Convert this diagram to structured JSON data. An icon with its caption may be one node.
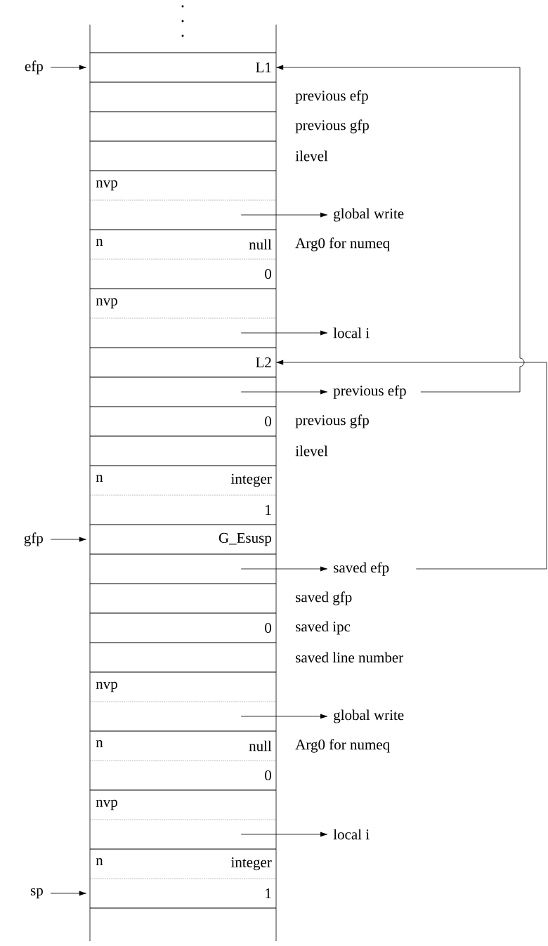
{
  "diagram": {
    "nodes": [
      {
        "text": [
          "L1"
        ]
      },
      {
        "text": [],
        "shape": "box",
        "beside": [
          "previous efp"
        ]
      },
      {
        "text": [],
        "shape": "box",
        "beside": [
          "previous gfp"
        ]
      },
      {
        "text": [],
        "shape": "box",
        "beside": [
          "ilevel"
        ]
      },
      {
        "text": [
          "nvp"
        ]
      },
      {
        "text": [],
        "shape": "box"
      },
      {
        "text": [
          "n",
          "null"
        ],
        "beside": [
          "Arg0 for numeq"
        ]
      },
      {
        "text": [
          "0"
        ]
      },
      {
        "text": [
          "nvp"
        ]
      },
      {
        "text": [],
        "shape": "box"
      },
      {
        "text": [
          "L2"
        ]
      },
      {
        "text": [],
        "shape": "box"
      },
      {
        "text": [
          "0"
        ],
        "beside": [
          "previous gfp"
        ]
      },
      {
        "text": [],
        "shape": "box",
        "beside": [
          "ilevel"
        ]
      },
      {
        "text": [
          "n",
          "integer"
        ]
      },
      {
        "text": [
          "1"
        ]
      },
      {
        "text": [
          "G_Esusp"
        ]
      },
      {
        "text": [],
        "shape": "box"
      },
      {
        "text": [],
        "shape": "box",
        "beside": [
          "saved gfp"
        ]
      },
      {
        "text": [
          "0"
        ],
        "beside": [
          "saved ipc"
        ]
      },
      {
        "text": [],
        "shape": "box",
        "beside": [
          "saved line number"
        ]
      },
      {
        "text": [
          "nvp"
        ]
      },
      {
        "text": [],
        "shape": "box"
      },
      {
        "text": [
          "n",
          "null"
        ],
        "beside": [
          "Arg0 for numeq"
        ]
      },
      {
        "text": [
          "0"
        ]
      },
      {
        "text": [
          "nvp"
        ]
      },
      {
        "text": [],
        "shape": "box"
      },
      {
        "text": [
          "n",
          "integer"
        ]
      },
      {
        "text": [
          "1"
        ]
      },
      {
        "text": [
          "efp"
        ]
      },
      {
        "text": [
          "gfp"
        ]
      },
      {
        "text": [
          "sp"
        ]
      },
      {
        "text": [
          "global write"
        ]
      },
      {
        "text": [
          "local i"
        ]
      },
      {
        "text": [
          "previous efp"
        ]
      },
      {
        "text": [
          "saved efp"
        ]
      },
      {
        "text": [
          "global write"
        ]
      },
      {
        "text": [
          "local i"
        ]
      }
    ],
    "edges": [
      {
        "from": 29,
        "to": 0,
        "arrow": "to"
      },
      {
        "from": 30,
        "to": 16,
        "arrow": "to"
      },
      {
        "from": 31,
        "to": 28,
        "arrow": "to"
      },
      {
        "from": 5,
        "to": 32,
        "arrow": "to"
      },
      {
        "from": 9,
        "to": 33,
        "arrow": "to"
      },
      {
        "from": 11,
        "to": 34,
        "arrow": "to"
      },
      {
        "from": 34,
        "to": 0,
        "arrow": "to"
      },
      {
        "from": 17,
        "to": 35,
        "arrow": "to"
      },
      {
        "from": 35,
        "to": 10,
        "arrow": "to"
      },
      {
        "from": 22,
        "to": 36,
        "arrow": "to"
      },
      {
        "from": 26,
        "to": 37,
        "arrow": "to"
      }
    ]
  }
}
